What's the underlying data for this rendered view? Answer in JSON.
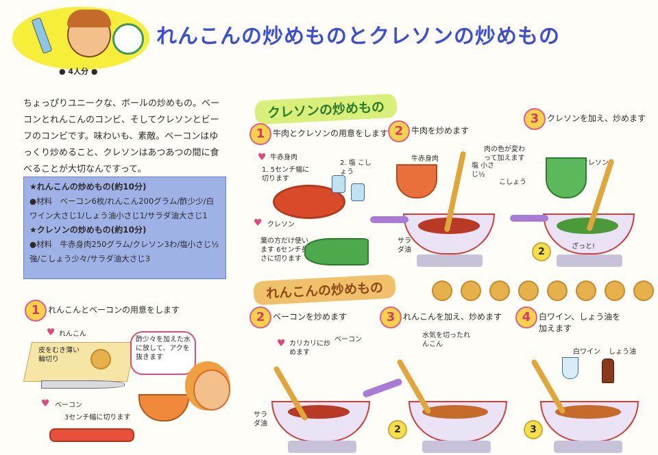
{
  "header": {
    "title": "れんこんの炒めものとクレソンの炒めもの",
    "servings": "● 4人分 ●"
  },
  "intro": "ちょっぴりユニークな、ボールの炒めもの。ベーコンとれんこんのコンビ、そしてクレソンとビーフのコンビです。味わいも、素敵。ベーコンはゆっくり炒めること、クレソンはあつあつの間に食べることが大切なんですって。",
  "info": {
    "lotus_title": "★れんこんの炒めもの(約10分)",
    "lotus_ingredients": "●材料　ベーコン6枚/れんこん200グラム/酢少少/白ワイン大さじ1/しょう油小さじ1/サラダ油大さじ1",
    "cress_title": "★クレソンの炒めもの(約10分)",
    "cress_ingredients": "●材料　牛赤身肉250グラム/クレソン3わ/塩小さじ½強/こしょう少々/サラダ油大さじ3"
  },
  "cress": {
    "banner": "クレソンの炒めもの",
    "steps": [
      {
        "num": "1",
        "text": "牛肉とクレソンの用意をします"
      },
      {
        "num": "2",
        "text": "牛肉を炒めます"
      },
      {
        "num": "3",
        "text": "クレソンを加え、炒めます"
      }
    ],
    "notes": {
      "beef": "牛赤身肉",
      "cut": "1. 5センチ幅に切ります",
      "seasoning": "2. 塩 こしょう",
      "cress": "クレソン",
      "cress_cut": "葉の方だけ使います 6センチ長さに切ります",
      "beef2": "牛赤身肉",
      "salt_half": "塩 小さじ½",
      "pepper": "こしょう",
      "color_change": "肉の色が変わって加えます",
      "oil": "サラダ油",
      "cress3": "クレソン",
      "quick": "ざっと!"
    }
  },
  "lotus": {
    "banner": "れんこんの炒めもの",
    "steps": [
      {
        "num": "1",
        "text": "れんこんとベーコンの用意をします"
      },
      {
        "num": "2",
        "text": "ベーコンを炒めます"
      },
      {
        "num": "3",
        "text": "れんこんを加え、炒めます"
      },
      {
        "num": "4",
        "text": "白ワイン、しょう油を加えます"
      }
    ],
    "notes": {
      "lotus": "れんこん",
      "peel": "皮をむき薄い輪切り",
      "vinegar": "酢少々を加えた水に放して、アクを抜きます",
      "bacon": "ベーコン",
      "bacon_cut": "3センチ幅に切ります",
      "crispy": "カリカリに炒めます",
      "bacon2": "ベーコン",
      "oil": "サラダ油",
      "drained": "水気を切ったれんこん",
      "wine": "白ワイン",
      "soy": "しょう油"
    }
  }
}
